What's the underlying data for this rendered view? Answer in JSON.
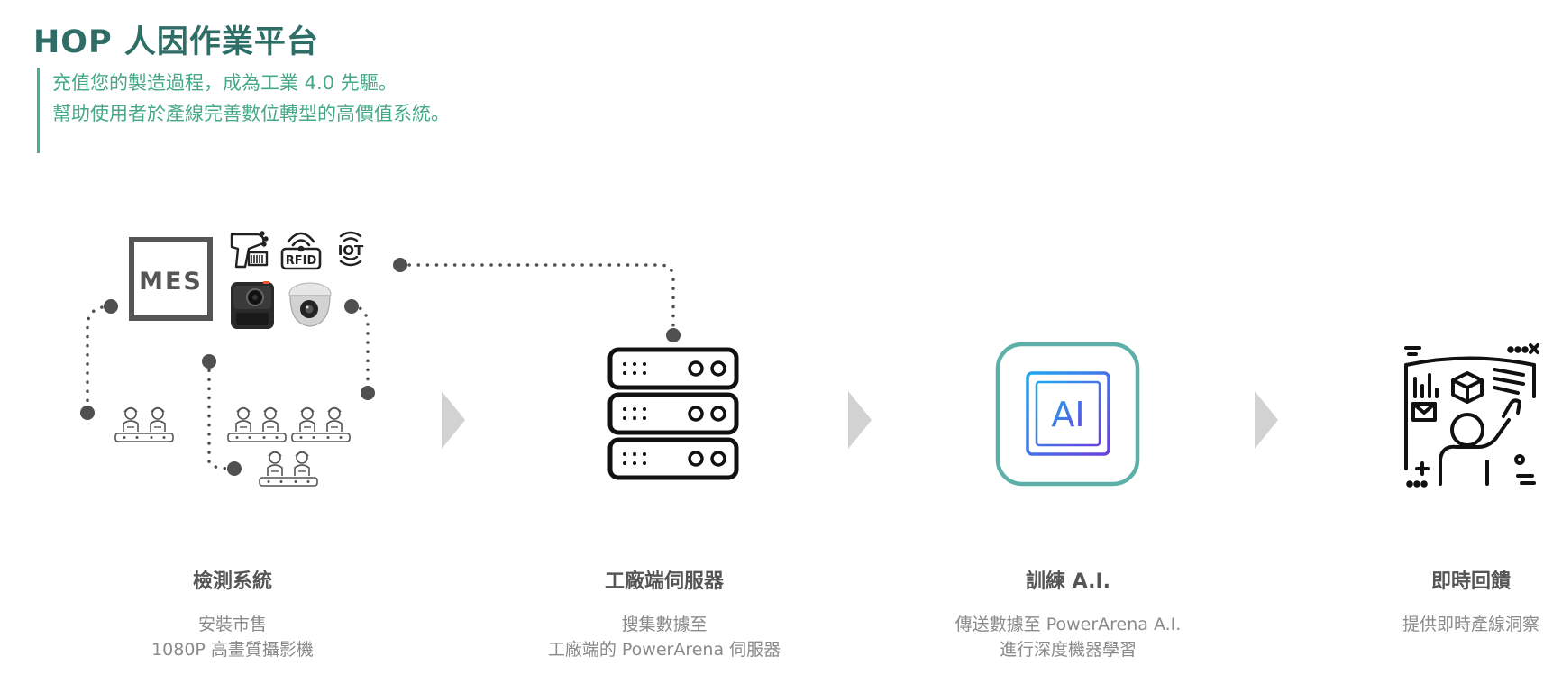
{
  "header": {
    "title": "HOP 人因作業平台",
    "tagline": [
      "充值您的製造過程，成為工業 4.0 先驅。",
      "幫助使用者於產線完善數位轉型的高價值系統。"
    ]
  },
  "devices": {
    "mes_label": "MES",
    "rfid_label": "RFID",
    "iot_label": "IOT"
  },
  "server": {
    "icon": "server-rack-icon"
  },
  "ai_chip": {
    "label": "AI",
    "icon": "ai-chip-icon"
  },
  "steps": [
    {
      "title": "檢測系統",
      "description": [
        "安裝市售",
        "1080P 高畫質攝影機"
      ]
    },
    {
      "title": "工廠端伺服器",
      "description": [
        "搜集數據至",
        "工廠端的 PowerArena 伺服器"
      ]
    },
    {
      "title": "訓練 A.I.",
      "description": [
        "傳送數據至 PowerArena A.I.",
        "進行深度機器學習"
      ]
    },
    {
      "title": "即時回饋",
      "description": [
        "提供即時產線洞察"
      ]
    }
  ],
  "colors": {
    "title": "#2f6e66",
    "tagline": "#46a886",
    "chip_border": "#5cb0a8",
    "chip_gradient_start": "#1ea7f0",
    "chip_gradient_end": "#6a3fe0",
    "arrow": "#d2d2d2",
    "connector": "#505050"
  }
}
